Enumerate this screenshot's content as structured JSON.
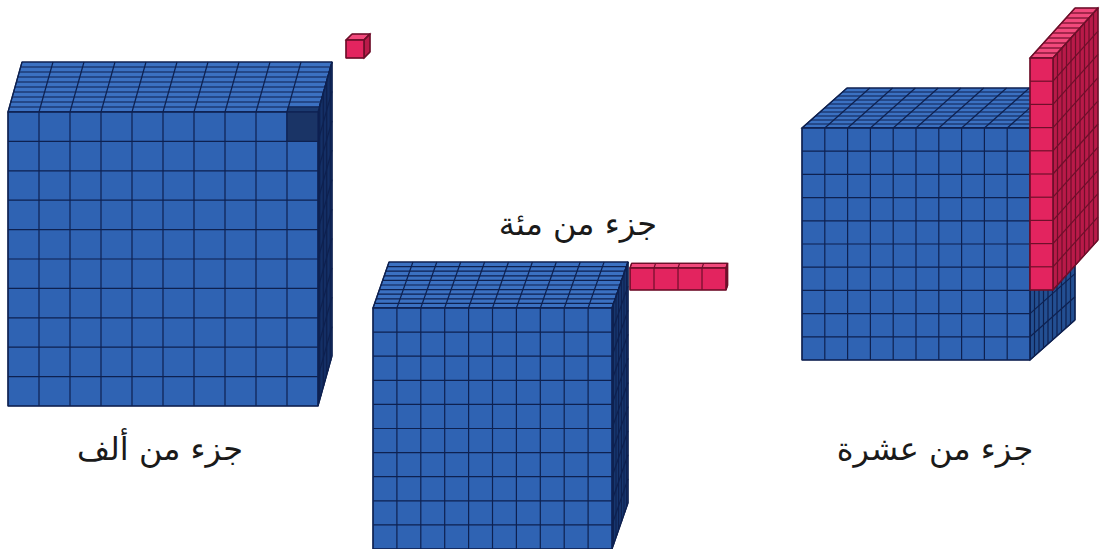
{
  "diagram": {
    "labels": [
      "جزء من ألف",
      "جزء من مئة",
      "جزء من عشرة"
    ]
  }
}
